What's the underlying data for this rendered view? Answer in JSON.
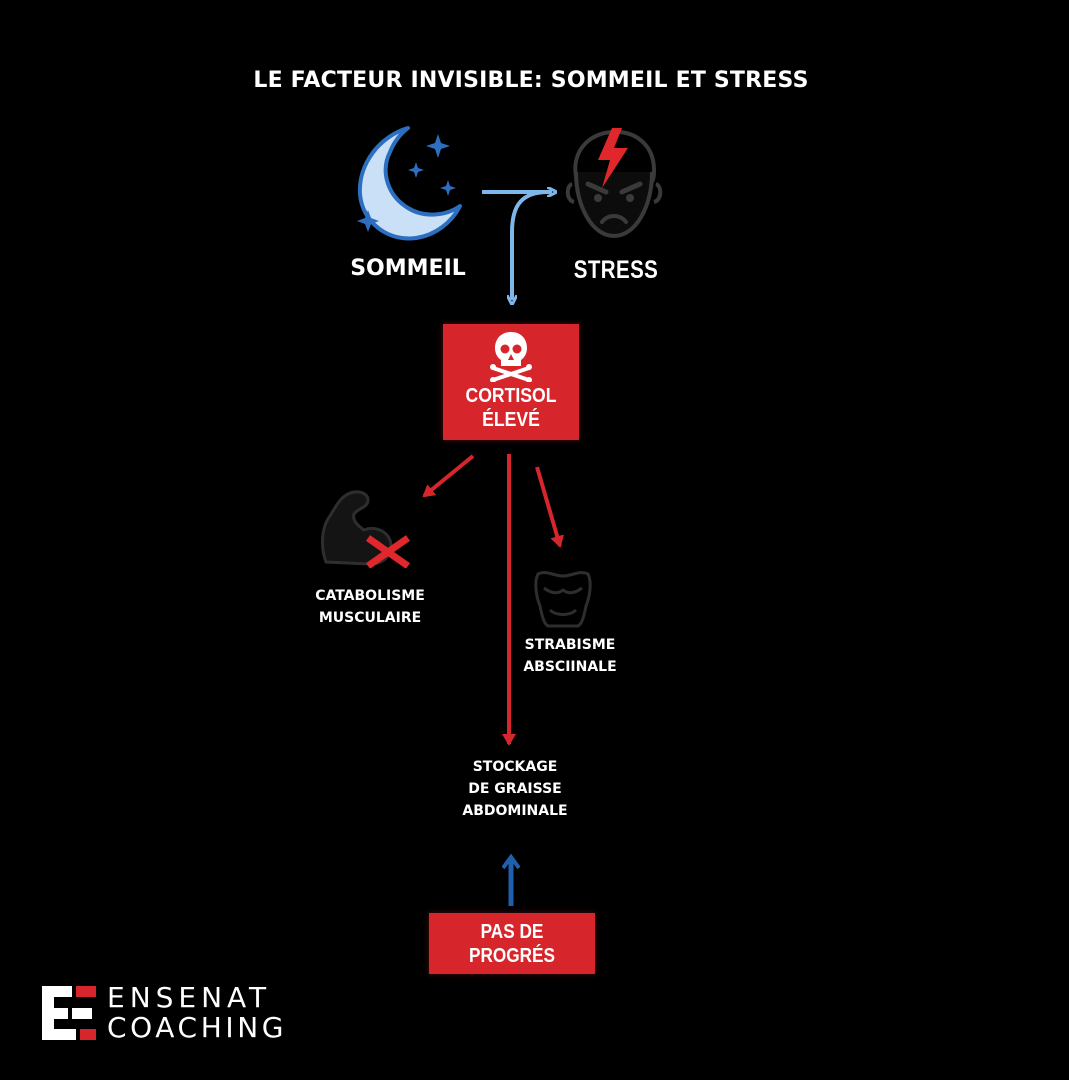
{
  "title": "LE FACTEUR INVISIBLE: SOMMEIL ET STRESS",
  "nodes": {
    "sommeil": {
      "label": "SOMMEIL",
      "icon": "moon-stars-icon"
    },
    "stress": {
      "label": "STRESS",
      "icon": "angry-face-lightning-icon"
    },
    "cortisol": {
      "line1": "CORTISOL",
      "line2": "ÉLEVÉ",
      "icon": "skull-crossbones-icon"
    },
    "catabolisme": {
      "line1": "CATABOLISME",
      "line2": "MUSCULAIRE",
      "icon": "flexed-arm-cross-icon"
    },
    "strabisme": {
      "line1": "STRABISME",
      "line2": "ABSCIINALE",
      "icon": "torso-icon"
    },
    "stockage": {
      "line1": "STOCKAGE",
      "line2": "DE GRAISSE",
      "line3": "ABDOMINALE"
    },
    "progres": {
      "line1": "PAS DE",
      "line2": "PROGRÉS"
    }
  },
  "logo": {
    "line1": "ENSENAT",
    "line2": "COACHING"
  },
  "colors": {
    "background": "#000000",
    "accent_red": "#d7262b",
    "arrow_blue_light": "#7fb6ea",
    "arrow_blue_dark": "#1f5fae",
    "moon_fill": "#c9e0f7",
    "moon_outline": "#2c6fc0"
  }
}
